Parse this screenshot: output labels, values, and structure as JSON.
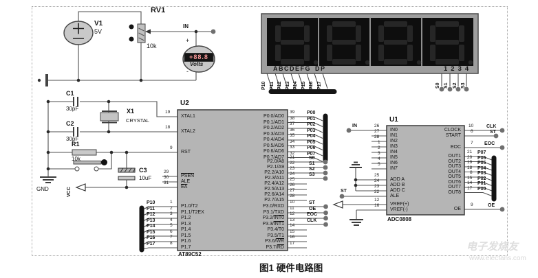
{
  "figure": {
    "caption": "图1 硬件电路图"
  },
  "watermark": {
    "title": "电子发烧友",
    "url": "www.elecfans.com"
  },
  "colors": {
    "chip_fill": "#b5b5b5",
    "display_panel": "#0e0e0e",
    "display_frame": "#9e9e9e",
    "meter_reading_color": "#ff9d9d",
    "wire": "#4f4f4f"
  },
  "analog": {
    "v1": {
      "ref": "V1",
      "value": "5V"
    },
    "rv1": {
      "ref": "RV1",
      "value": "10k"
    },
    "in_net": "IN",
    "meter": {
      "reading": "+88.8",
      "unit": "Volts",
      "plus": "+",
      "minus": "-"
    }
  },
  "passives": {
    "c1": {
      "ref": "C1",
      "value": "30pF"
    },
    "x1": {
      "ref": "X1",
      "value": "CRYSTAL"
    },
    "c2": {
      "ref": "C2",
      "value": "30pF"
    },
    "r1": {
      "ref": "R1",
      "value": "10k"
    },
    "c3": {
      "ref": "C3",
      "value": "10uF"
    },
    "gnd_label": "GND",
    "vcc_label": "VCC"
  },
  "display": {
    "segment_labels": "ABCDEFG",
    "dp_label": "DP",
    "digit_labels": "1234",
    "data_pins": [
      "P10",
      "P11",
      "P12",
      "P13",
      "P14",
      "P15",
      "P16",
      "P17"
    ],
    "select_pins": [
      "S0",
      "S1",
      "S2",
      "S3"
    ]
  },
  "u2": {
    "ref": "U2",
    "part": "AT89C52",
    "left": [
      {
        "num": "19",
        "name": "XTAL1"
      },
      {
        "num": "18",
        "name": "XTAL2"
      },
      {
        "num": "9",
        "name": "RST"
      },
      {
        "num": "29",
        "bar": "PSEN"
      },
      {
        "num": "30",
        "name": "ALE"
      },
      {
        "num": "31",
        "bar": "EA"
      },
      {
        "num": "1",
        "name": "P1.0/T2",
        "net": "P10"
      },
      {
        "num": "2",
        "name": "P1.1/T2EX",
        "net": "P11"
      },
      {
        "num": "3",
        "name": "P1.2",
        "net": "P12"
      },
      {
        "num": "4",
        "name": "P1.3",
        "net": "P13"
      },
      {
        "num": "5",
        "name": "P1.4",
        "net": "P14"
      },
      {
        "num": "6",
        "name": "P1.5",
        "net": "P15"
      },
      {
        "num": "7",
        "name": "P1.6",
        "net": "P16"
      },
      {
        "num": "8",
        "name": "P1.7",
        "net": "P17"
      }
    ],
    "right": [
      {
        "num": "39",
        "name": "P0.0/AD0",
        "net": "P00"
      },
      {
        "num": "38",
        "name": "P0.1/AD1",
        "net": "P01"
      },
      {
        "num": "37",
        "name": "P0.2/AD2",
        "net": "P02"
      },
      {
        "num": "36",
        "name": "P0.3/AD3",
        "net": "P03"
      },
      {
        "num": "35",
        "name": "P0.4/AD4",
        "net": "P04"
      },
      {
        "num": "34",
        "name": "P0.5/AD5",
        "net": "P05"
      },
      {
        "num": "33",
        "name": "P0.6/AD6",
        "net": "P06"
      },
      {
        "num": "32",
        "name": "P0.7/AD7",
        "net": "P07"
      },
      {
        "num": "21",
        "name": "P2.0/A8",
        "net": "S0"
      },
      {
        "num": "22",
        "name": "P2.1/A9",
        "net": "S1"
      },
      {
        "num": "23",
        "name": "P2.2/A10",
        "net": "S2"
      },
      {
        "num": "24",
        "name": "P2.3/A11",
        "net": "S3"
      },
      {
        "num": "25",
        "name": "P2.4/A12"
      },
      {
        "num": "26",
        "name": "P2.5/A13"
      },
      {
        "num": "27",
        "name": "P2.6/A14"
      },
      {
        "num": "28",
        "name": "P2.7/A15"
      },
      {
        "num": "10",
        "name": "P3.0/RXD",
        "net": "ST"
      },
      {
        "num": "11",
        "name": "P3.1/TXD",
        "net": "OE"
      },
      {
        "num": "12",
        "name": "P3.2/",
        "bar": "INT0",
        "net": "EOC"
      },
      {
        "num": "13",
        "name": "P3.3/",
        "bar": "INT1",
        "net": "CLK"
      },
      {
        "num": "14",
        "name": "P3.4/T0"
      },
      {
        "num": "15",
        "name": "P3.5/T1"
      },
      {
        "num": "16",
        "name": "P3.6/",
        "bar": "WR"
      },
      {
        "num": "17",
        "name": "P3.7/",
        "bar": "RD"
      }
    ]
  },
  "u1": {
    "ref": "U1",
    "part": "ADC0808",
    "in_net": "IN",
    "st_net": "ST",
    "left": [
      {
        "num": "26",
        "name": "IN0"
      },
      {
        "num": "27",
        "name": "IN1"
      },
      {
        "num": "28",
        "name": "IN2"
      },
      {
        "num": "1",
        "name": "IN3"
      },
      {
        "num": "2",
        "name": "IN4"
      },
      {
        "num": "3",
        "name": "IN5"
      },
      {
        "num": "4",
        "name": "IN6"
      },
      {
        "num": "5",
        "name": "IN7"
      },
      {
        "num": "25",
        "name": "ADD A"
      },
      {
        "num": "24",
        "name": "ADD B"
      },
      {
        "num": "23",
        "name": "ADD C"
      },
      {
        "num": "22",
        "name": "ALE"
      },
      {
        "num": "12",
        "name": "VREF(+)"
      },
      {
        "num": "16",
        "name": "VREF(-)"
      }
    ],
    "right": [
      {
        "num": "10",
        "name": "CLOCK",
        "net": "CLK"
      },
      {
        "num": "6",
        "name": "START",
        "net": "ST"
      },
      {
        "num": "7",
        "name": "EOC",
        "net": "EOC"
      },
      {
        "num": "21",
        "name": "OUT1",
        "net": "P07"
      },
      {
        "num": "20",
        "name": "OUT2",
        "net": "P06"
      },
      {
        "num": "19",
        "name": "OUT3",
        "net": "P05"
      },
      {
        "num": "18",
        "name": "OUT4",
        "net": "P04"
      },
      {
        "num": "8",
        "name": "OUT5",
        "net": "P03"
      },
      {
        "num": "15",
        "name": "OUT6",
        "net": "P02"
      },
      {
        "num": "14",
        "name": "OUT7",
        "net": "P01"
      },
      {
        "num": "17",
        "name": "OUT8",
        "net": "P00"
      },
      {
        "num": "9",
        "name": "OE",
        "net": "OE"
      }
    ]
  }
}
